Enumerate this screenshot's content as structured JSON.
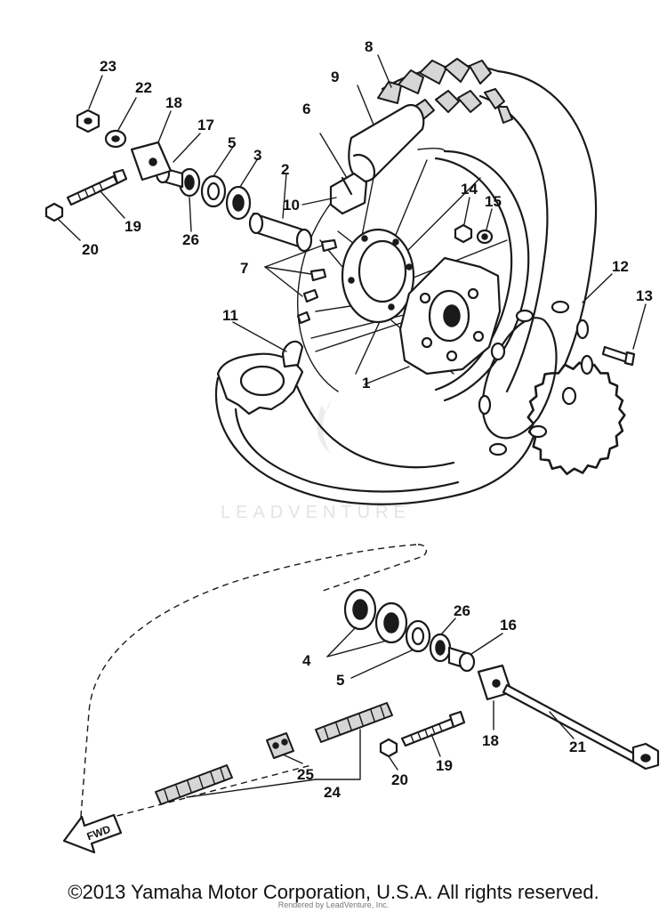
{
  "diagram": {
    "callouts": [
      "1",
      "2",
      "3",
      "4",
      "5",
      "5",
      "6",
      "7",
      "8",
      "9",
      "10",
      "11",
      "12",
      "13",
      "14",
      "15",
      "16",
      "17",
      "18",
      "18",
      "19",
      "19",
      "20",
      "20",
      "21",
      "22",
      "23",
      "24",
      "25",
      "26",
      "26"
    ],
    "fwd_label": "FWD",
    "watermark": "LEADVENTURE"
  },
  "footer": {
    "copyright": "©2013 Yamaha Motor Corporation, U.S.A. All rights reserved.",
    "rendered_by": "Rendered by LeadVenture, Inc."
  }
}
